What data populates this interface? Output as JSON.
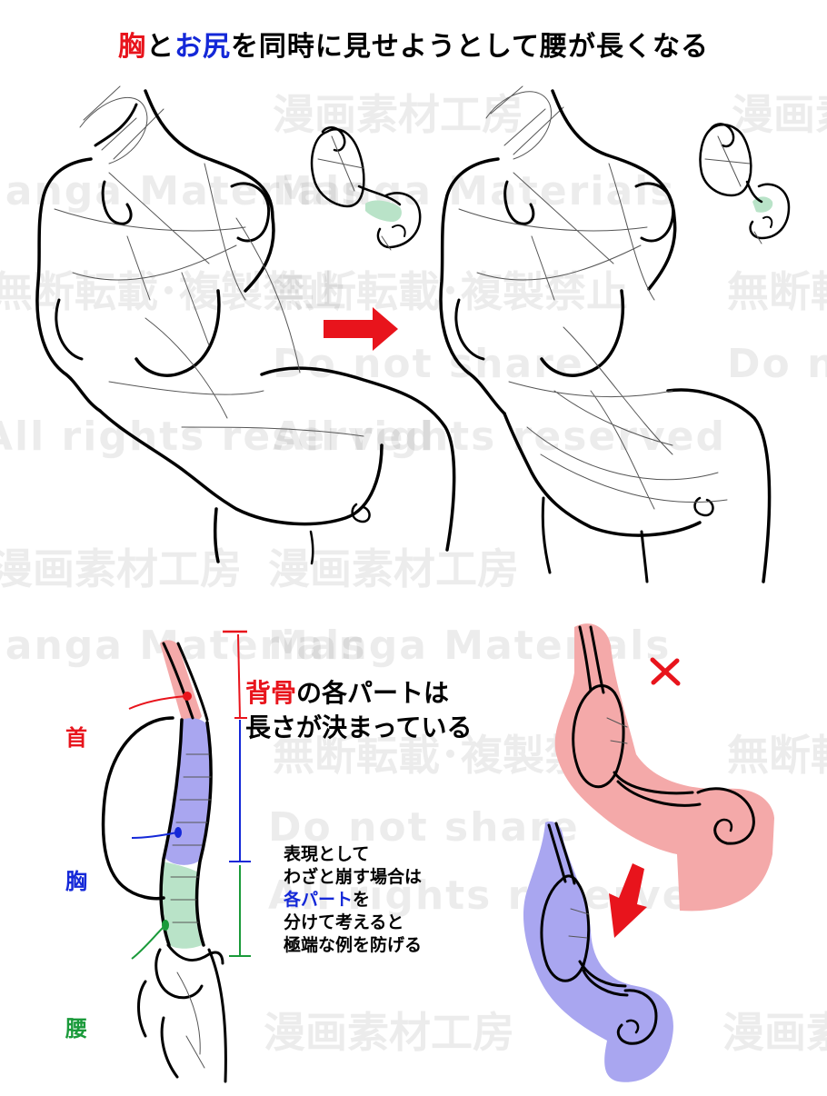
{
  "title": {
    "part1": "胸",
    "part2": "と",
    "part3": "お尻",
    "part4": "を同時に見せようとして腰が長くなる"
  },
  "spine_heading": {
    "line1_red": "背骨",
    "line1_rest": "の各パートは",
    "line2": "長さが決まっている"
  },
  "parts": {
    "neck": "首",
    "chest": "胸",
    "waist": "腰"
  },
  "note": {
    "line1": "表現として",
    "line2": "わざと崩す場合は",
    "line3_blue": "各パート",
    "line3_rest": "を",
    "line4": "分けて考えると",
    "line5": "極端な例を防げる"
  },
  "watermarks": {
    "jp1": "漫画素材工房",
    "jp2": "無断転載･複製禁止",
    "en1": "Manga Materials",
    "en2": "Do not share",
    "en3": "All rights reserved"
  },
  "colors": {
    "red": "#e8141c",
    "blue": "#1428d8",
    "green": "#1a9a3a",
    "pink_fill": "#f4a9a9",
    "purple_fill": "#a9a6f0",
    "mint_fill": "#b9e3c8"
  },
  "icons": {
    "arrow_right": "arrow-right-icon",
    "arrow_down_left": "arrow-down-left-icon",
    "wrong_mark": "cross-icon"
  }
}
